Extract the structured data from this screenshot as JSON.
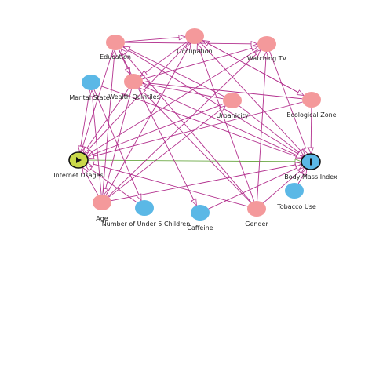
{
  "colors": {
    "adjusted": "#f4999b",
    "outcome_related": "#5bb8e6",
    "exposure": "#c9d84a",
    "outcome": "#5bb8e6",
    "edge_default": "#b3318e",
    "edge_causal": "#6aa843",
    "node_stroke": "#555555"
  },
  "graph": {
    "nodes": [
      {
        "id": "education",
        "label": "Education",
        "kind": "adjusted"
      },
      {
        "id": "occupation",
        "label": "Occupation",
        "kind": "adjusted"
      },
      {
        "id": "watching_tv",
        "label": "Watching TV",
        "kind": "adjusted"
      },
      {
        "id": "marital_status",
        "label": "Marital State",
        "kind": "outcome_related"
      },
      {
        "id": "wealth",
        "label": "Wealth Quintiles",
        "kind": "adjusted"
      },
      {
        "id": "urbanicity",
        "label": "Urbanicity",
        "kind": "adjusted"
      },
      {
        "id": "ecological_zone",
        "label": "Ecological Zone",
        "kind": "adjusted"
      },
      {
        "id": "internet",
        "label": "Internet Usages",
        "kind": "exposure",
        "symbol": "play-icon"
      },
      {
        "id": "bmi",
        "label": "Body Mass Index",
        "kind": "outcome",
        "symbol": "outcome-bar-icon"
      },
      {
        "id": "tobacco",
        "label": "Tobacco Use",
        "kind": "outcome_related"
      },
      {
        "id": "age",
        "label": "Age",
        "kind": "adjusted"
      },
      {
        "id": "children",
        "label": "Number of Under 5 Children",
        "kind": "outcome_related"
      },
      {
        "id": "caffeine",
        "label": "Caffeine",
        "kind": "outcome_related"
      },
      {
        "id": "gender",
        "label": "Gender",
        "kind": "adjusted"
      }
    ],
    "edges": [
      [
        "internet",
        "bmi",
        "causal"
      ],
      [
        "education",
        "occupation"
      ],
      [
        "education",
        "wealth"
      ],
      [
        "education",
        "internet"
      ],
      [
        "education",
        "bmi"
      ],
      [
        "education",
        "watching_tv"
      ],
      [
        "occupation",
        "internet"
      ],
      [
        "occupation",
        "bmi"
      ],
      [
        "occupation",
        "wealth"
      ],
      [
        "watching_tv",
        "internet"
      ],
      [
        "watching_tv",
        "bmi"
      ],
      [
        "marital_status",
        "internet"
      ],
      [
        "marital_status",
        "bmi"
      ],
      [
        "wealth",
        "internet"
      ],
      [
        "wealth",
        "bmi"
      ],
      [
        "wealth",
        "watching_tv"
      ],
      [
        "urbanicity",
        "internet"
      ],
      [
        "urbanicity",
        "bmi"
      ],
      [
        "urbanicity",
        "wealth"
      ],
      [
        "urbanicity",
        "education"
      ],
      [
        "ecological_zone",
        "internet"
      ],
      [
        "ecological_zone",
        "bmi"
      ],
      [
        "ecological_zone",
        "wealth"
      ],
      [
        "ecological_zone",
        "occupation"
      ],
      [
        "age",
        "internet"
      ],
      [
        "age",
        "bmi"
      ],
      [
        "age",
        "education"
      ],
      [
        "age",
        "occupation"
      ],
      [
        "age",
        "marital_status"
      ],
      [
        "age",
        "urbanicity"
      ],
      [
        "age",
        "watching_tv"
      ],
      [
        "gender",
        "internet"
      ],
      [
        "gender",
        "bmi"
      ],
      [
        "gender",
        "education"
      ],
      [
        "gender",
        "occupation"
      ],
      [
        "gender",
        "wealth"
      ],
      [
        "gender",
        "watching_tv"
      ],
      [
        "children",
        "internet"
      ],
      [
        "caffeine",
        "bmi"
      ],
      [
        "tobacco",
        "bmi"
      ],
      [
        "marital_status",
        "children"
      ],
      [
        "wealth",
        "age"
      ],
      [
        "education",
        "caffeine"
      ],
      [
        "occupation",
        "ecological_zone"
      ]
    ]
  }
}
